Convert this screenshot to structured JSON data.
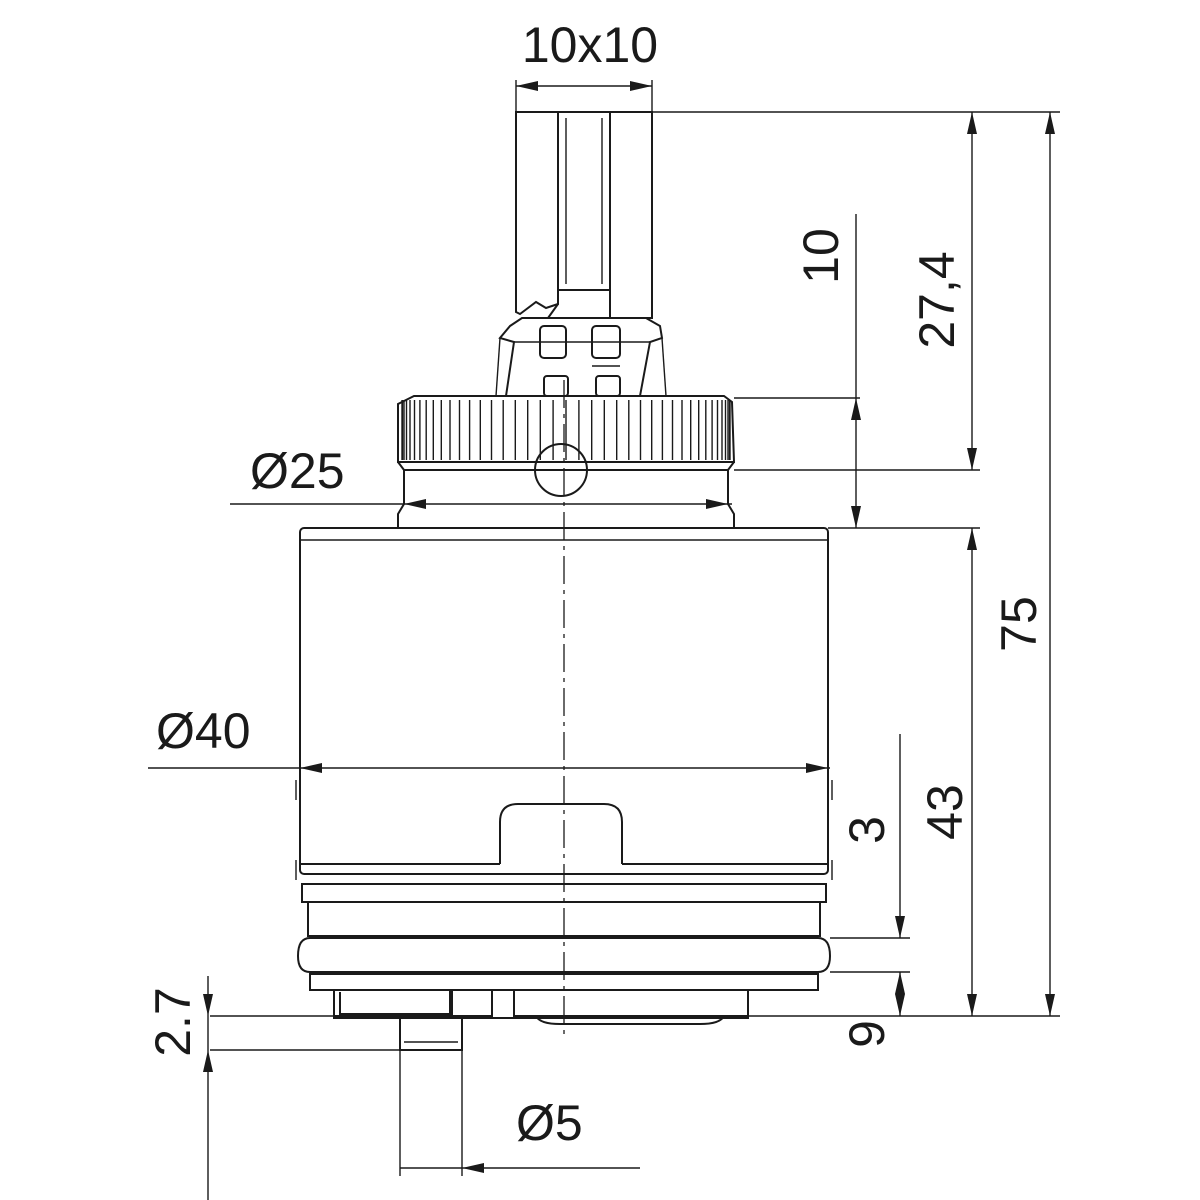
{
  "dimensions": {
    "stem_size": "10x10",
    "spline_height": "10",
    "stem_height": "27,4",
    "overall_height": "75",
    "head_diameter": "Ø25",
    "body_diameter": "Ø40",
    "body_height": "43",
    "groove_width": "3",
    "base_height": "9",
    "pin_height": "2.7",
    "pin_diameter": "Ø5"
  },
  "colors": {
    "line": "#1a1a1a",
    "stem_hatch": "#8a8a8a",
    "background": "#ffffff"
  }
}
